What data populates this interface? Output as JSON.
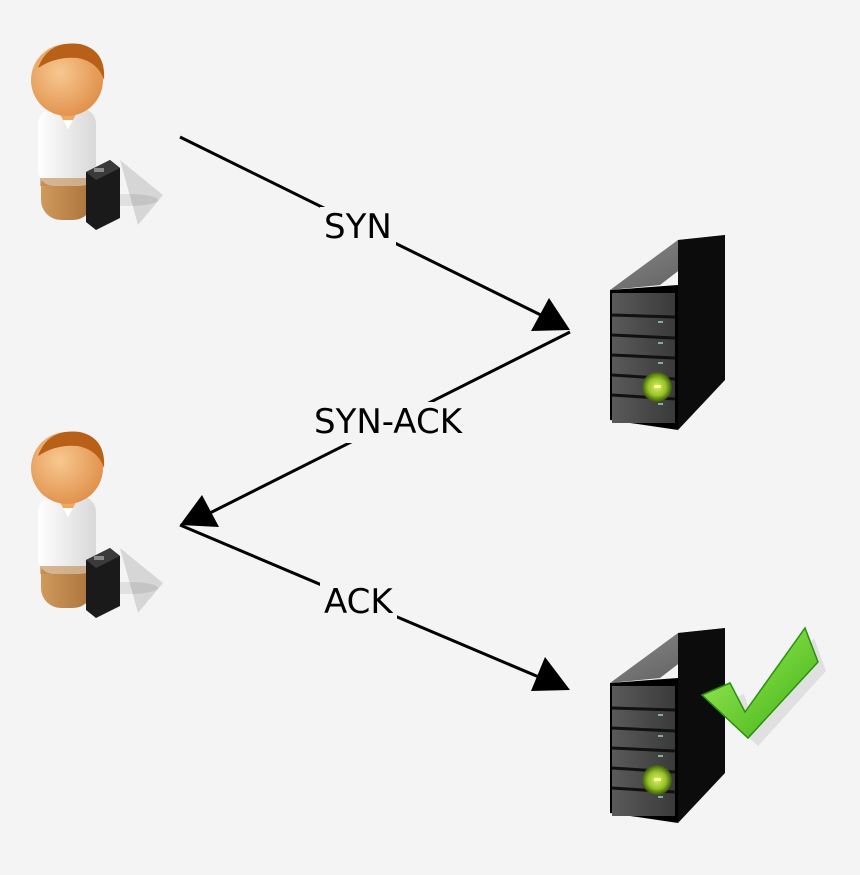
{
  "messages": {
    "syn": "SYN",
    "syn_ack": "SYN-ACK",
    "ack": "ACK"
  },
  "icons": {
    "client": "person-with-briefcase-icon",
    "server": "server-tower-icon",
    "success": "green-checkmark-icon"
  },
  "colors": {
    "background": "#f4f4f4",
    "arrow": "#000000",
    "check": "#5bd12a",
    "server_led": "#b8f040",
    "head": "#f0a860",
    "hair": "#b86018"
  }
}
